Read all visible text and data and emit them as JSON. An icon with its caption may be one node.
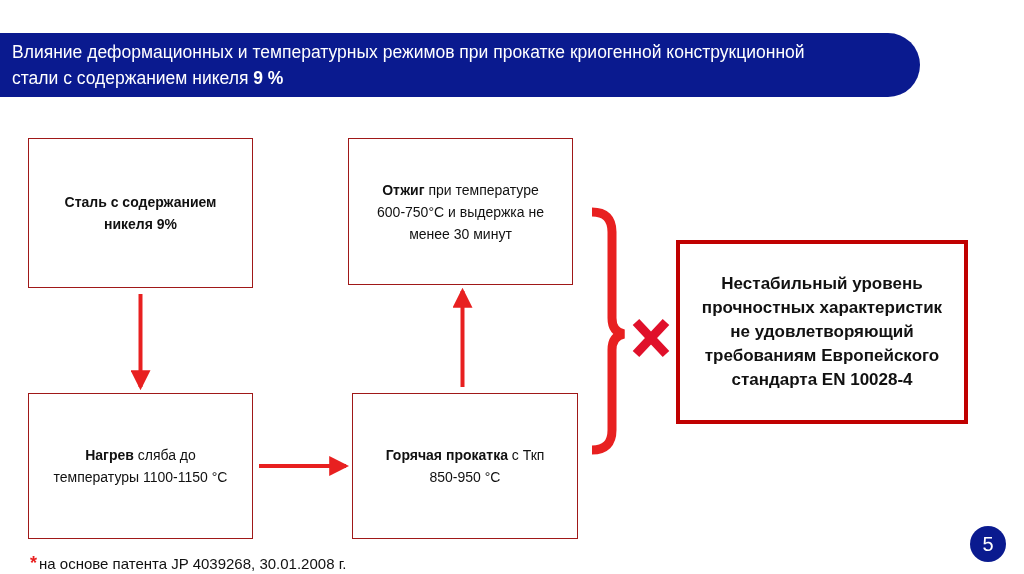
{
  "diagram": {
    "title": "Влияние деформационных и температурных режимов при прокатке криогенной конструкционной стали с содержанием никеля **9 %**",
    "nodes": [
      {
        "text": [
          "Сталь с содержанием никеля 9%"
        ]
      },
      {
        "text": [
          "**Нагрев** сляба до температуры 1100-1150 °C"
        ]
      },
      {
        "text": [
          "**Горячая прокатка** с Ткп 850-950 °C"
        ]
      },
      {
        "text": [
          "**Отжиг** при температуре 600-750°C и выдержка не менее 30 минут"
        ]
      },
      {
        "text": [
          "Нестабильный уровень прочностных характеристик не удовлетворяющий требованиям Европейского стандарта EN 10028-4"
        ]
      },
      {
        "text": [
          "5"
        ]
      }
    ],
    "edges": [
      {
        "from": 0,
        "to": 1,
        "arrow": "to"
      },
      {
        "from": 1,
        "to": 2,
        "arrow": "to"
      },
      {
        "from": 2,
        "to": 3,
        "arrow": "to"
      }
    ],
    "labels": [
      "*",
      "на основе патента JP 4039268, 30.01.2008 г."
    ]
  }
}
